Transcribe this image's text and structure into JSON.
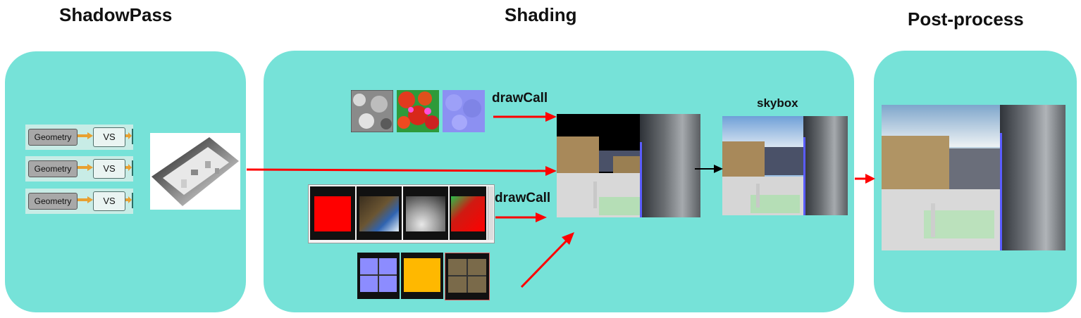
{
  "stages": {
    "shadow_pass": "ShadowPass",
    "shading": "Shading",
    "post_process": "Post-process"
  },
  "geometry_rows": [
    {
      "geometry": "Geometry",
      "vs": "VS"
    },
    {
      "geometry": "Geometry",
      "vs": "VS"
    },
    {
      "geometry": "Geometry",
      "vs": "VS"
    }
  ],
  "labels": {
    "draw_call_top": "drawCall",
    "draw_call_mid": "drawCall",
    "skybox": "skybox"
  },
  "colors": {
    "panel": "#76e2d8",
    "arrow_red": "#ff0000",
    "arrow_black": "#000000",
    "arrow_orange": "#e8a030"
  }
}
